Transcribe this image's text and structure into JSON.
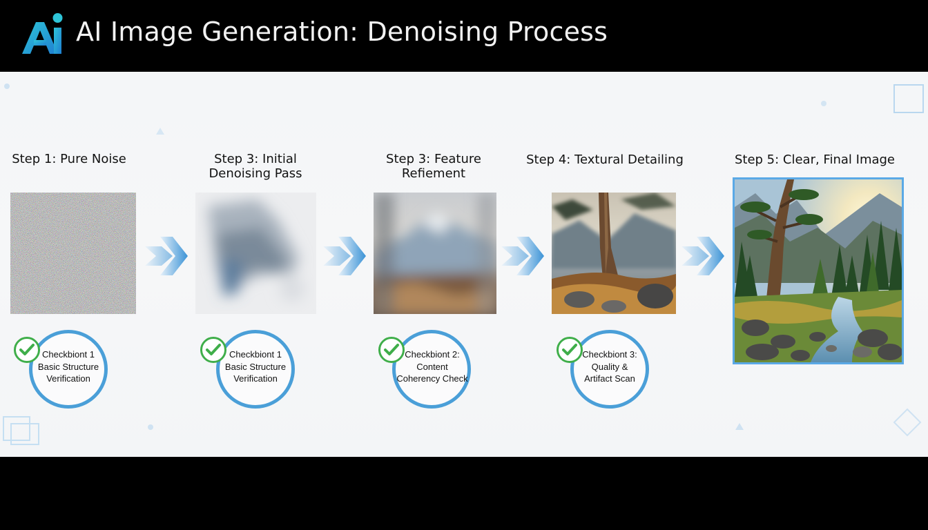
{
  "header": {
    "logo_text": "Ai",
    "title": "AI Image Generation: Denoising Process"
  },
  "steps": [
    {
      "title": "Step 1: Pure Noise",
      "image": "noise-image"
    },
    {
      "title": "Step 3: Initial\nDenoising Pass",
      "image": "blurred-image"
    },
    {
      "title": "Step 3: Feature\nRefiement",
      "image": "soft-mountain-image"
    },
    {
      "title": "Step 4: Textural Detailing",
      "image": "tree-closeup-image"
    },
    {
      "title": "Step 5: Clear, Final Image",
      "image": "forest-stream-image"
    }
  ],
  "checkpoints": [
    {
      "text": "Checkbiont 1\nBasic Structure\nVerification"
    },
    {
      "text": "Checkbiont 1\nBasic Structure\nVerification"
    },
    {
      "text": "Checkbiont 2:\nContent\nCoherency Check"
    },
    {
      "text": "Checkbiont 3:\nQuality &\nArtifact Scan"
    }
  ],
  "colors": {
    "accent_blue": "#4a9fd8",
    "check_green": "#3fae4a",
    "frame_blue": "#5aa9e6"
  },
  "icons": [
    "check-icon",
    "arrow-right-icon"
  ]
}
